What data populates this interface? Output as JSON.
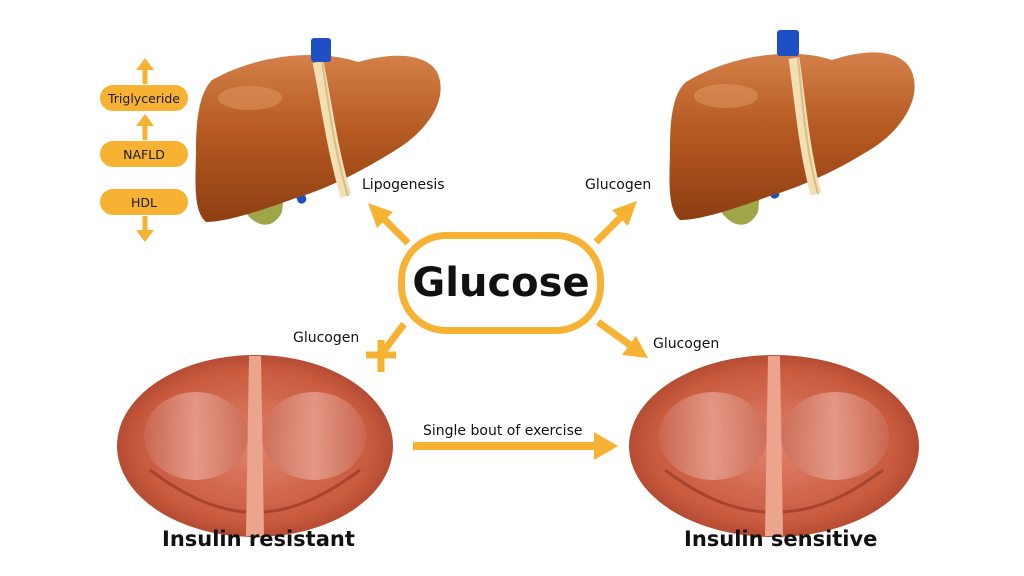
{
  "center": {
    "label": "Glucose"
  },
  "liver_markers": [
    "Triglyceride",
    "NAFLD",
    "HDL"
  ],
  "pathways": {
    "lipogenesis": "Lipogenesis",
    "glucogen_liver": "Glucogen",
    "glucogen_resistant": "Glucogen",
    "glucogen_sensitive": "Glucogen",
    "exercise": "Single bout of exercise"
  },
  "muscles": {
    "left": "Insulin resistant",
    "right": "Insulin sensitive"
  },
  "colors": {
    "accent": "#f8b233",
    "liver": "#b65a22",
    "muscle": "#c95a3e",
    "vessel": "#1f4fc4",
    "gallbladder": "#9fa64a"
  }
}
